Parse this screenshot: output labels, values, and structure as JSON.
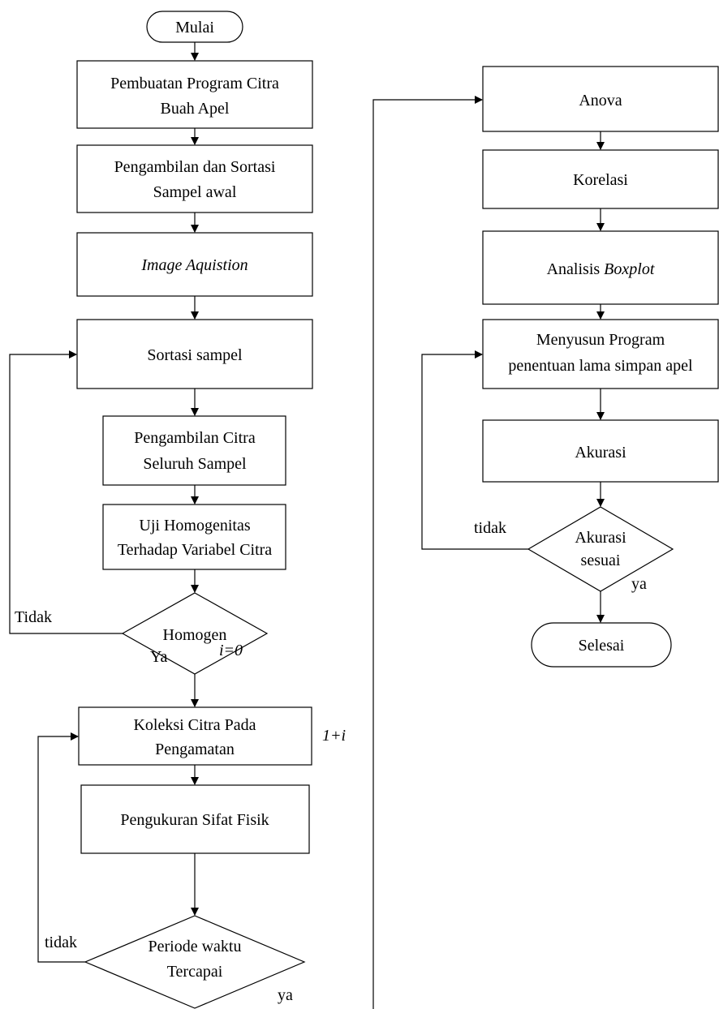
{
  "flowchart": {
    "start": "Mulai",
    "end": "Selesai",
    "steps": {
      "pembuatan_line1": "Pembuatan Program Citra",
      "pembuatan_line2": "Buah Apel",
      "pengambilan_line1": "Pengambilan dan Sortasi",
      "pengambilan_line2": "Sampel awal",
      "image_acquisition": "Image Aquistion",
      "sortasi": "Sortasi sampel",
      "citra_line1": "Pengambilan Citra",
      "citra_line2": "Seluruh Sampel",
      "uji_line1": "Uji Homogenitas",
      "uji_line2": "Terhadap Variabel Citra",
      "koleksi_line1": "Koleksi Citra Pada",
      "koleksi_line2": "Pengamatan",
      "pengukuran": "Pengukuran Sifat Fisik",
      "anova": "Anova",
      "korelasi": "Korelasi",
      "boxplot_prefix": "Analisis ",
      "boxplot_italic": "Boxplot",
      "menyusun_line1": "Menyusun Program",
      "menyusun_line2": "penentuan lama simpan apel",
      "akurasi": "Akurasi"
    },
    "decisions": {
      "homogen": "Homogen",
      "periode_line1": "Periode waktu",
      "periode_line2": "Tercapai",
      "akurasi_line1": "Akurasi",
      "akurasi_line2": "sesuai"
    },
    "labels": {
      "tidak_homogen": "Tidak",
      "ya_homogen": "Ya",
      "i_init": "i=0",
      "i_increment": "1+i",
      "tidak_periode": "tidak",
      "ya_periode": "ya",
      "tidak_akurasi": "tidak",
      "ya_akurasi": "ya"
    }
  }
}
